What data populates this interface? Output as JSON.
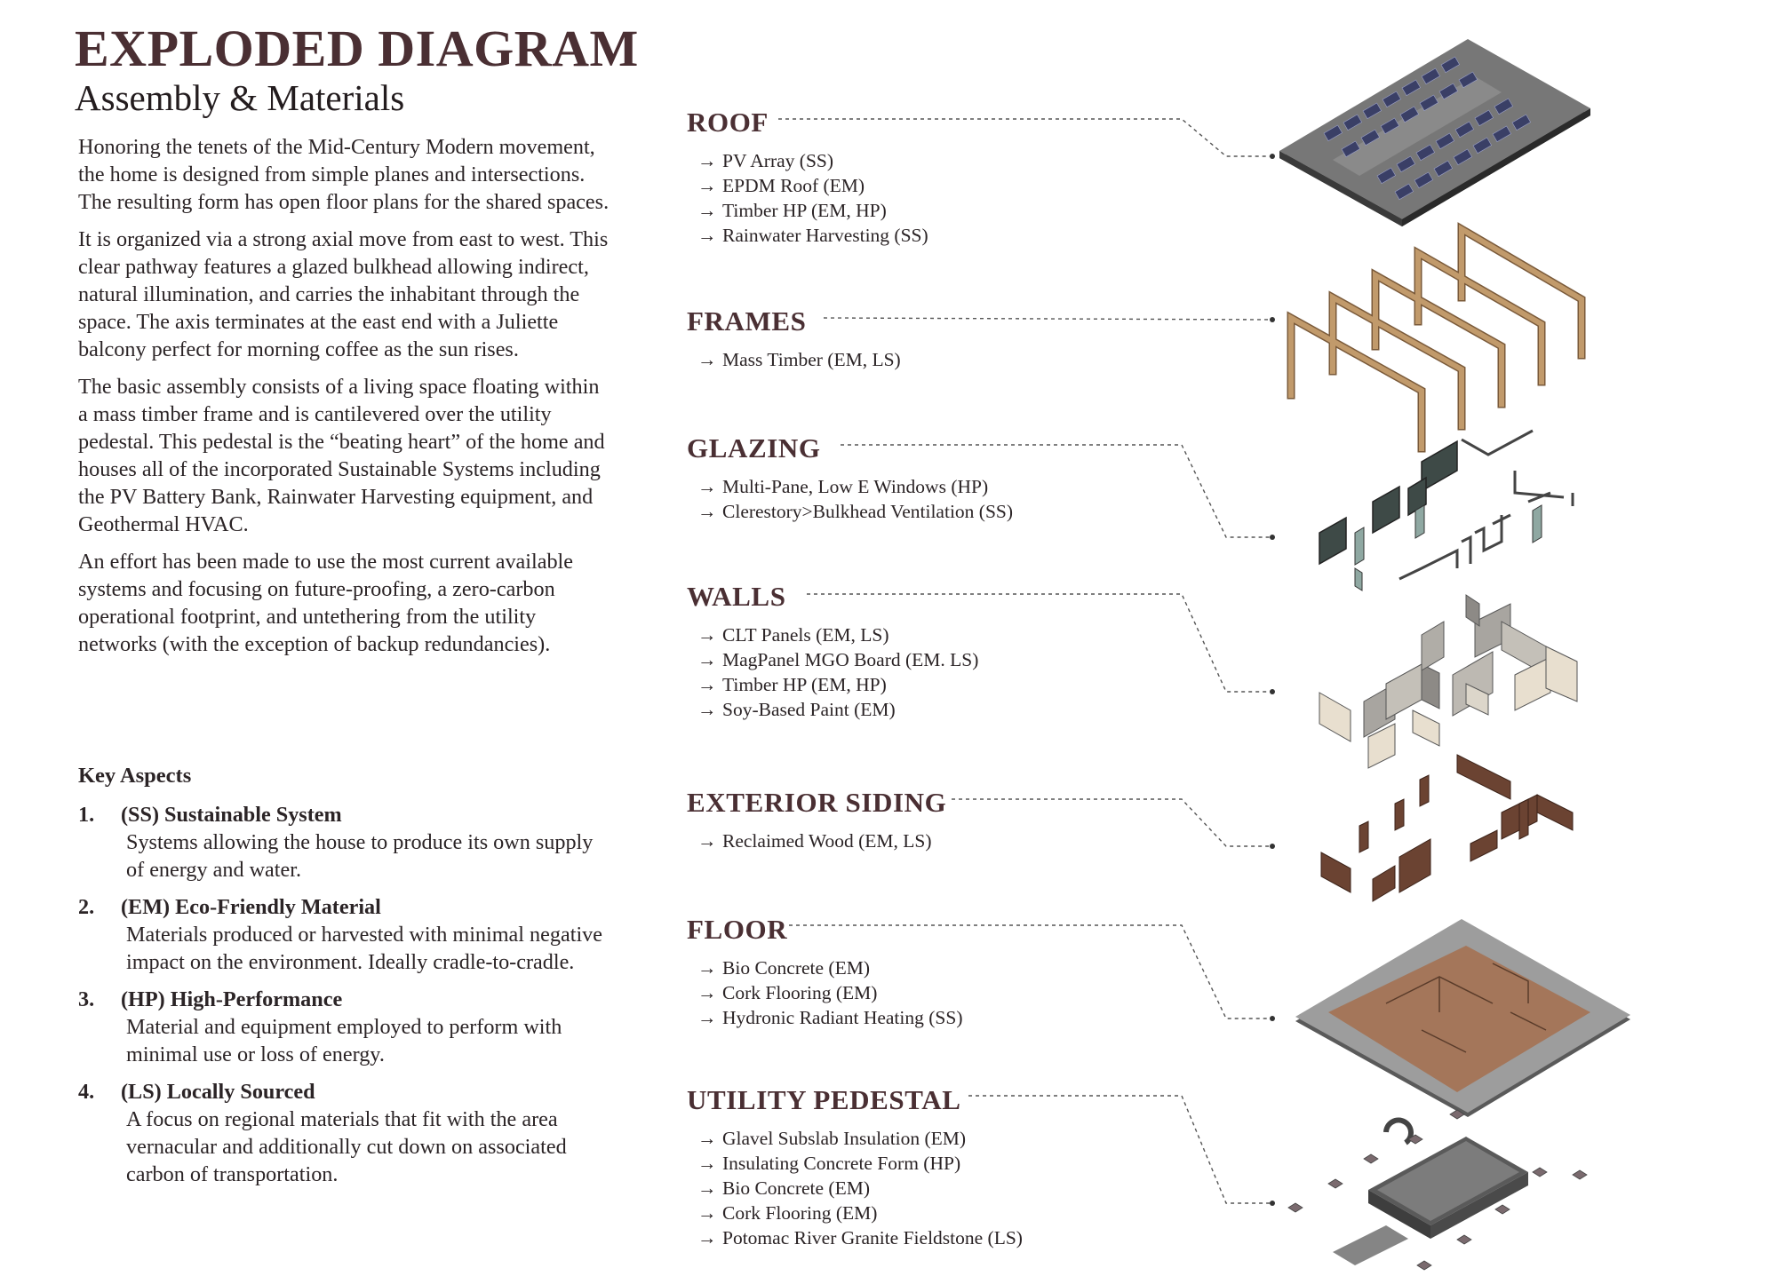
{
  "header": {
    "title": "EXPLODED DIAGRAM",
    "subtitle": "Assembly & Materials"
  },
  "intro": [
    "Honoring the tenets of the Mid-Century Modern movement, the home is designed from simple planes and intersections. The resulting form has open floor plans for the shared spaces.",
    "It is organized via a strong axial move from east to west. This clear pathway features a glazed bulkhead allowing indirect, natural illumination, and carries the inhabitant through the space. The axis terminates at the east end with a Juliette balcony perfect for morning coffee as the sun rises.",
    "The basic assembly consists of a living space floating within a mass timber frame and is cantilevered over the utility pedestal. This pedestal is the “beating heart” of the home and houses all of the incorporated Sustainable Systems including the PV Battery Bank, Rainwater Harvesting equipment, and Geothermal HVAC.",
    "An effort has been made to use the most current available systems and focusing on future-proofing, a zero-carbon operational footprint, and untethering from the utility networks (with the exception of backup redundancies)."
  ],
  "key_aspects": {
    "title": "Key Aspects",
    "items": [
      {
        "num": "1.",
        "head": "(SS) Sustainable System",
        "desc": "Systems allowing the house to produce its own supply of energy and water."
      },
      {
        "num": "2.",
        "head": "(EM) Eco-Friendly Material",
        "desc": "Materials produced or harvested with minimal negative impact on the environment. Ideally cradle-to-cradle."
      },
      {
        "num": "3.",
        "head": "(HP) High-Performance",
        "desc": "Material and equipment employed to perform with minimal use or loss of energy."
      },
      {
        "num": "4.",
        "head": "(LS) Locally Sourced",
        "desc": "A focus on regional materials that fit with the area vernacular and additionally cut down on associated carbon of transportation."
      }
    ]
  },
  "arrow_glyph": "→",
  "layers": [
    {
      "title": "ROOF",
      "items": [
        "PV Array (SS)",
        "EPDM Roof (EM)",
        "Timber HP (EM, HP)",
        "Rainwater Harvesting (SS)"
      ]
    },
    {
      "title": "FRAMES",
      "items": [
        "Mass Timber (EM, LS)"
      ]
    },
    {
      "title": "GLAZING",
      "items": [
        "Multi-Pane, Low E Windows (HP)",
        "Clerestory>Bulkhead Ventilation (SS)"
      ]
    },
    {
      "title": "WALLS",
      "items": [
        "CLT Panels (EM, LS)",
        "MagPanel MGO Board (EM. LS)",
        "Timber HP (EM, HP)",
        "Soy-Based Paint (EM)"
      ]
    },
    {
      "title": "EXTERIOR SIDING",
      "items": [
        "Reclaimed Wood (EM, LS)"
      ]
    },
    {
      "title": "FLOOR",
      "items": [
        "Bio Concrete (EM)",
        "Cork Flooring (EM)",
        "Hydronic Radiant Heating (SS)"
      ]
    },
    {
      "title": "UTILITY PEDESTAL",
      "items": [
        "Glavel Subslab Insulation (EM)",
        "Insulating Concrete Form (HP)",
        "Bio Concrete (EM)",
        "Cork Flooring (EM)",
        "Potomac River Granite Fieldstone (LS)"
      ]
    }
  ],
  "colors": {
    "title": "#4a2f33",
    "timber": "#c19a6b",
    "siding": "#6b4332",
    "cork": "#a4765a",
    "concrete": "#6f6f6f",
    "pv": "#3a3f66",
    "glass": "#6d8a84"
  }
}
